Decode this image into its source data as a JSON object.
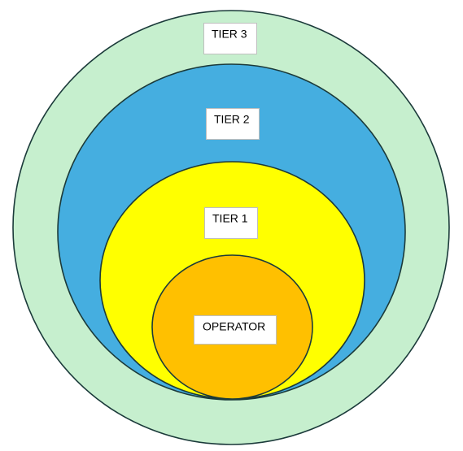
{
  "tiers": [
    {
      "id": "tier3",
      "label": "TIER 3",
      "color": "#c6efce"
    },
    {
      "id": "tier2",
      "label": "TIER 2",
      "color": "#45aee0"
    },
    {
      "id": "tier1",
      "label": "TIER 1",
      "color": "#ffff00"
    },
    {
      "id": "operator",
      "label": "OPERATOR",
      "color": "#ffc000"
    }
  ],
  "outline_color": "#1b3a3a"
}
